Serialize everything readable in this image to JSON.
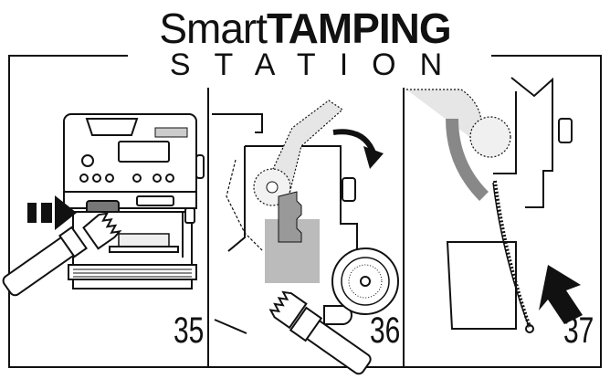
{
  "header": {
    "title_light": "Smart",
    "title_bold": "TAMPING",
    "subtitle": "STATION"
  },
  "panels": [
    {
      "step": "35"
    },
    {
      "step": "36"
    },
    {
      "step": "37"
    }
  ]
}
